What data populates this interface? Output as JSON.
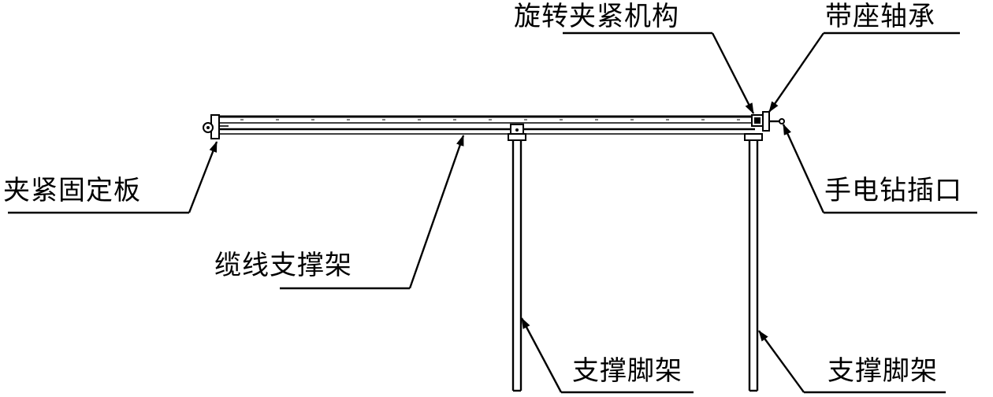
{
  "labels": {
    "rotary_clamp": "旋转夹紧机构",
    "bearing_seat": "带座轴承",
    "clamp_plate": "夹紧固定板",
    "drill_socket": "手电钻插口",
    "cable_rack": "缆线支撑架",
    "leg_left": "支撑脚架",
    "leg_right": "支撑脚架"
  }
}
